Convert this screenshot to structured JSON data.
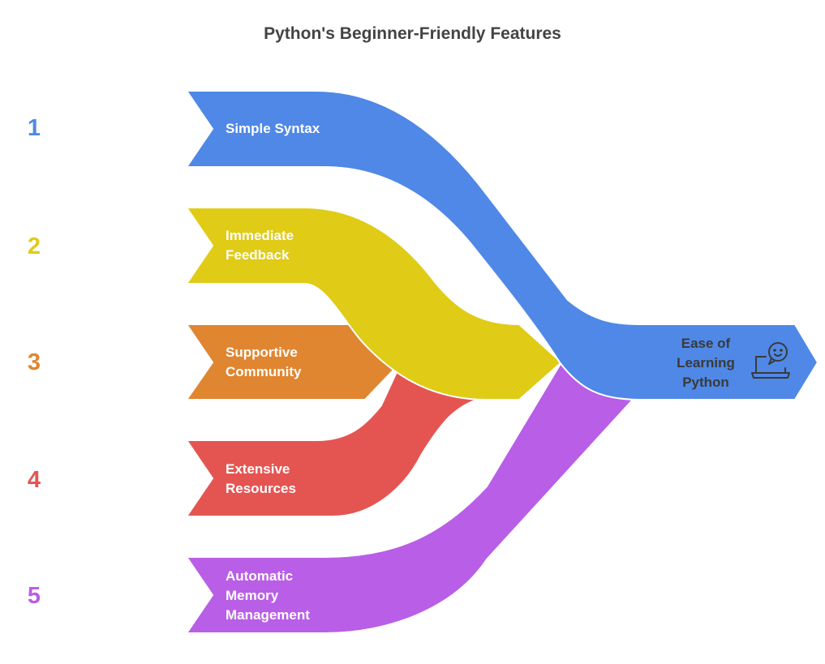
{
  "title": "Python's Beginner-Friendly Features",
  "features": [
    {
      "number": "1",
      "label_lines": [
        "Simple Syntax"
      ],
      "color": "#4f88e6"
    },
    {
      "number": "2",
      "label_lines": [
        "Immediate",
        "Feedback"
      ],
      "color": "#e0cb16"
    },
    {
      "number": "3",
      "label_lines": [
        "Supportive",
        "Community"
      ],
      "color": "#e08530"
    },
    {
      "number": "4",
      "label_lines": [
        "Extensive",
        "Resources"
      ],
      "color": "#e45552"
    },
    {
      "number": "5",
      "label_lines": [
        "Automatic",
        "Memory",
        "Management"
      ],
      "color": "#b95ee6"
    }
  ],
  "target": {
    "label_lines": [
      "Ease of",
      "Learning",
      "Python"
    ],
    "icon": "laptop-chat-icon",
    "color": "#4f88e6"
  }
}
